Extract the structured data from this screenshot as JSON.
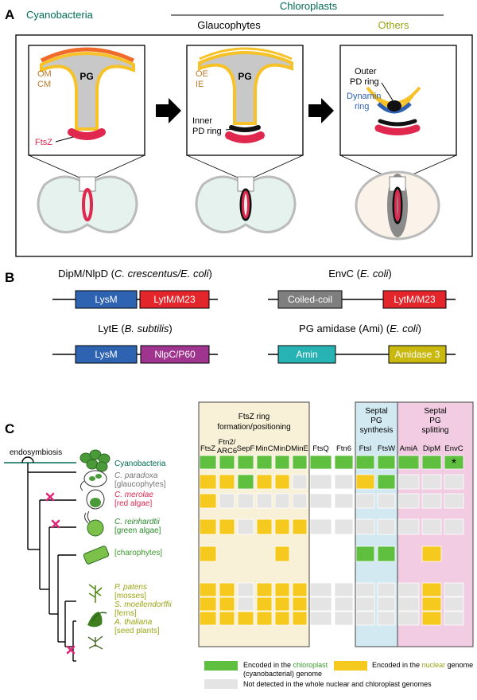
{
  "panel_a": {
    "label": "A",
    "header_cyanobacteria": "Cyanobacteria",
    "header_chloroplasts": "Chloroplasts",
    "header_glaucophytes": "Glaucophytes",
    "header_others": "Others",
    "box1": {
      "om": "OM",
      "cm": "CM",
      "pg": "PG",
      "ftsz": "FtsZ"
    },
    "box2": {
      "oe": "OE",
      "ie": "IE",
      "pg": "PG",
      "inner_pd_1": "Inner",
      "inner_pd_2": "PD ring"
    },
    "box3": {
      "outer_pd_1": "Outer",
      "outer_pd_2": "PD ring",
      "dynamin_1": "Dynamin",
      "dynamin_2": "ring"
    }
  },
  "panel_b": {
    "label": "B",
    "proteins": [
      {
        "title_pre": "DipM/NlpD (",
        "title_ital": "C. crescentus/E. coli",
        "title_post": ")",
        "domain1": "LysM",
        "domain1_color": "#2e63b2",
        "domain2": "LytM/M23",
        "domain2_color": "#e3262b"
      },
      {
        "title_pre": "EnvC (",
        "title_ital": "E. coli",
        "title_post": ")",
        "domain1": "Coiled-coil",
        "domain1_color": "#7f7f7f",
        "domain2": "LytM/M23",
        "domain2_color": "#e3262b"
      },
      {
        "title_pre": "LytE (",
        "title_ital": "B. subtilis",
        "title_post": ")",
        "domain1": "LysM",
        "domain1_color": "#2e63b2",
        "domain2": "NlpC/P60",
        "domain2_color": "#a0358f"
      },
      {
        "title_pre": "PG amidase (Ami) (",
        "title_ital": "E. coli",
        "title_post": ")",
        "domain1": "Amin",
        "domain1_color": "#27b3b3",
        "domain2": "Amidase 3",
        "domain2_color": "#c8b80f"
      }
    ]
  },
  "panel_c": {
    "label": "C",
    "endosymbiosis": "endosymbiosis",
    "group_ftsz_1": "FtsZ ring",
    "group_ftsz_2": "formation/positioning",
    "group_septal_syn_1": "Septal",
    "group_septal_syn_2": "PG",
    "group_septal_syn_3": "synthesis",
    "group_septal_split_1": "Septal",
    "group_septal_split_2": "PG",
    "group_septal_split_3": "splitting",
    "genes": [
      "FtsZ",
      "Ftn2/ARC6",
      "SepF",
      "MinC",
      "MinD",
      "MinE",
      "FtsQ",
      "Ftn6",
      "FtsI",
      "FtsW",
      "AmiA",
      "DipM",
      "EnvC"
    ],
    "gene_ftn2_1": "Ftn2/",
    "gene_ftn2_2": "ARC6",
    "rows": [
      {
        "name": "Cyanobacteria",
        "group": "",
        "states": [
          "c",
          "c",
          "c",
          "c",
          "c",
          "c",
          "c",
          "c",
          "c",
          "c",
          "c",
          "c",
          "c"
        ]
      },
      {
        "name": "C. paradoxa",
        "group": "[glaucophytes]",
        "states": [
          "n",
          "n",
          "c",
          "n",
          "n",
          "x",
          "x",
          "x",
          "n",
          "c",
          "x",
          "x",
          "x"
        ]
      },
      {
        "name": "C. merolae",
        "group": "[red algae]",
        "states": [
          "n",
          "x",
          "x",
          "x",
          "x",
          "x",
          "x",
          "x",
          "x",
          "x",
          "x",
          "x",
          "x"
        ]
      },
      {
        "name": "C. reinhardtii",
        "group": "[green algae]",
        "states": [
          "n",
          "n",
          "x",
          "n",
          "n",
          "n",
          "x",
          "x",
          "x",
          "x",
          "x",
          "x",
          "x"
        ]
      },
      {
        "name": "",
        "group": "[charophytes]",
        "states": [
          "n",
          "",
          "",
          "",
          "n",
          "",
          "",
          "",
          "c",
          "c",
          "",
          "n",
          ""
        ]
      },
      {
        "name": "P. patens",
        "group": "[mosses]",
        "states": [
          "n",
          "n",
          "x",
          "n",
          "n",
          "n",
          "x",
          "x",
          "x",
          "x",
          "x",
          "n",
          "x"
        ]
      },
      {
        "name": "S. moellendorffii",
        "group": "[ferns]",
        "states": [
          "n",
          "n",
          "x",
          "n",
          "n",
          "n",
          "x",
          "x",
          "x",
          "x",
          "x",
          "n",
          "x"
        ]
      },
      {
        "name": "A. thaliana",
        "group": "[seed plants]",
        "states": [
          "n",
          "n",
          "n",
          "n",
          "n",
          "n",
          "x",
          "x",
          "x",
          "x",
          "x",
          "n",
          "x"
        ]
      }
    ],
    "envc_cyano_mark": "*",
    "legend_chloro_pre": "Encoded in the ",
    "legend_chloro_key": "chloroplast",
    "legend_chloro_2": "(cyanobacterial) genome",
    "legend_nuc_pre": "Encoded in the ",
    "legend_nuc_key": "nuclear",
    "legend_nuc_post": " genome",
    "legend_none": "Not detected in the whole nuclear and chloroplast genomes"
  },
  "colors": {
    "cyan_green": "#006b55",
    "olive": "#9aa614",
    "chloroplast_green": "#5fbf3f",
    "nuclear_yellow": "#f6c91f",
    "not_detected": "#e4e4e4",
    "ftsz_red": "#e0284f",
    "membrane_orange": "#f06a2a",
    "membrane_yellow": "#f7c227",
    "brown_label": "#b87a2a",
    "dynamin_blue": "#2f5fb0",
    "bg_ftsz": "#f8f1d8",
    "bg_synth": "#d2e9f1",
    "bg_split": "#f1cce2"
  }
}
